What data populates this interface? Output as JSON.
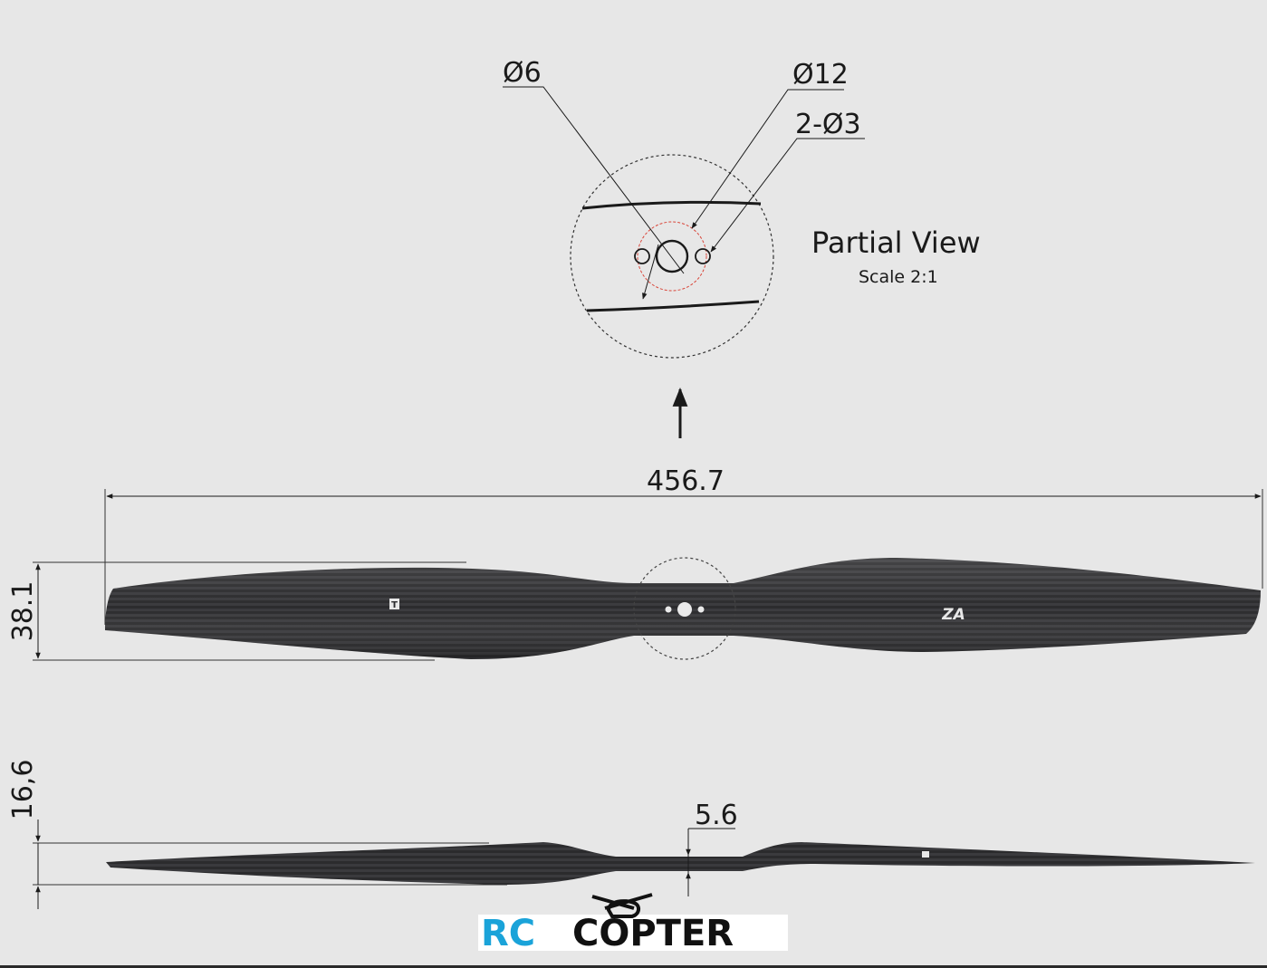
{
  "partial_view": {
    "title": "Partial View",
    "scale": "Scale 2:1",
    "callouts": {
      "center_hole": "Ø6",
      "hub_circle": "Ø12",
      "mount_holes": "2-Ø3"
    }
  },
  "top_view": {
    "length": "456.7",
    "width": "38.1",
    "hub_logo": "ZA",
    "brand_mark": "T"
  },
  "side_view": {
    "height": "16,6",
    "hub_thickness": "5.6"
  },
  "watermark": {
    "text_rc": "RC",
    "text_copter": "COPTER"
  },
  "colors": {
    "background": "#e7e7e7",
    "line": "#1a1a1a",
    "carbon": "#2b2b2d",
    "hub_circle": "#d9463a",
    "watermark_blue": "#1aa3d9"
  }
}
